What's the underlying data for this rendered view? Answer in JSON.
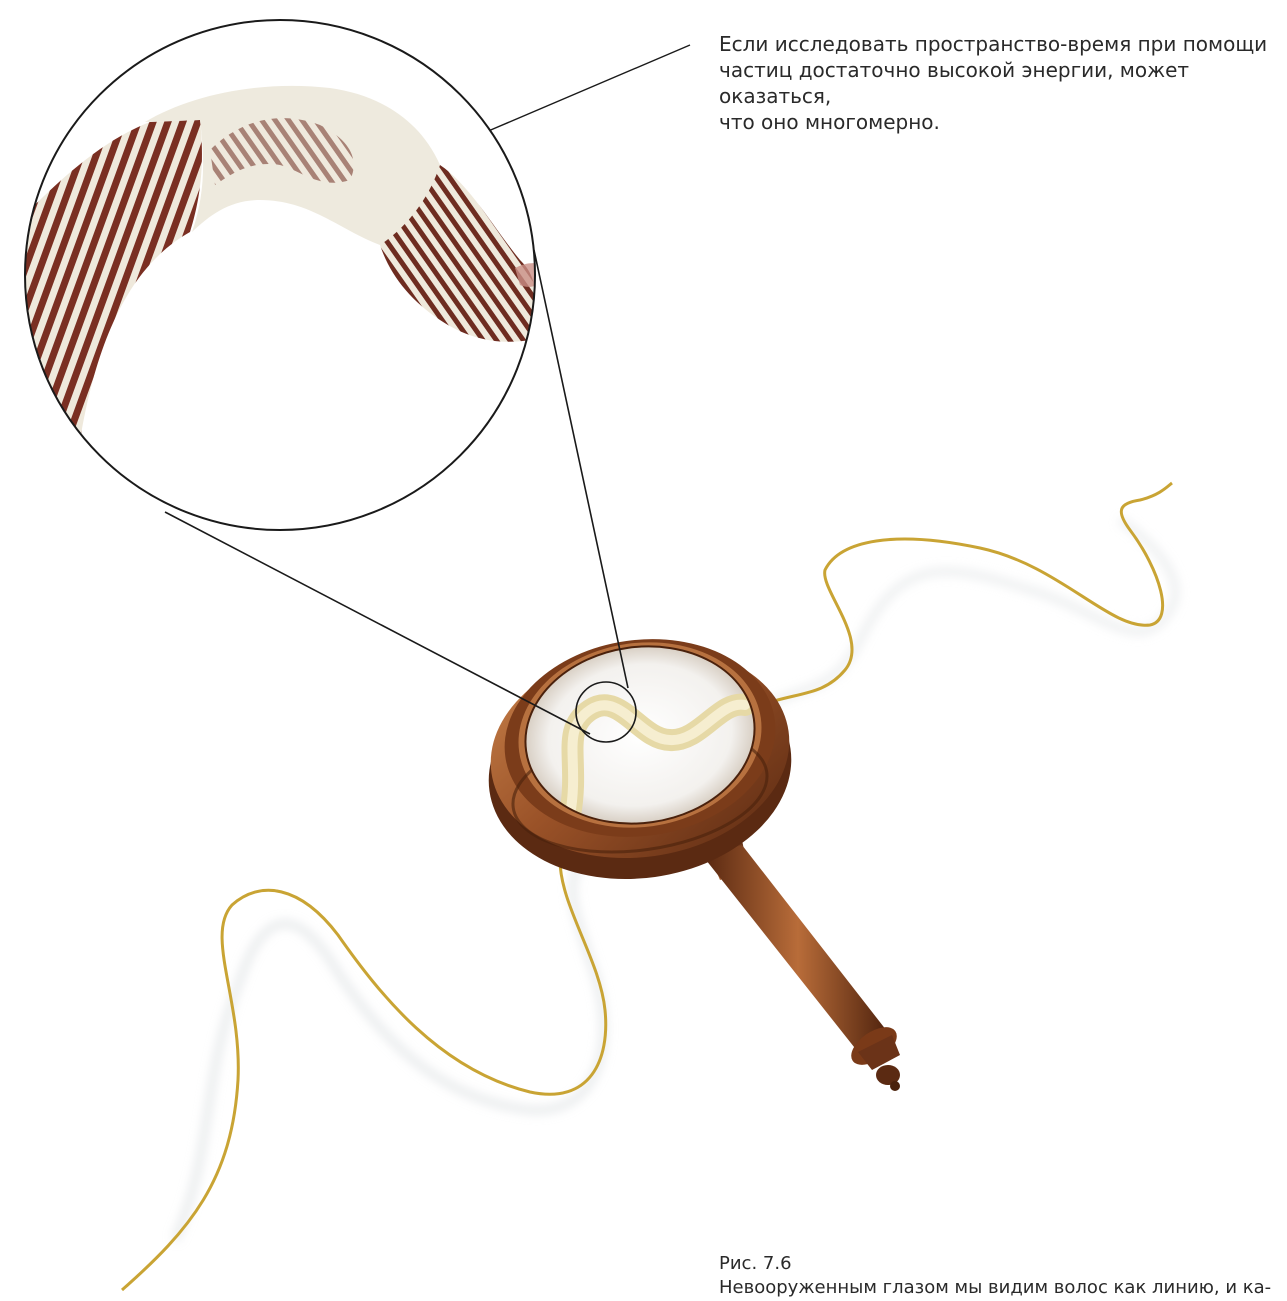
{
  "annotation": {
    "line1": "Если исследовать пространство-время при помощи",
    "line2": "частиц достаточно высокой энергии, может оказаться,",
    "line3": "что оно многомерно."
  },
  "caption": {
    "number": "Рис. 7.6",
    "text": "Невооруженным глазом мы видим волос как линию, и ка-"
  },
  "colors": {
    "hair": "#c9a434",
    "hair_shadow": "#d9dde0",
    "wood_dark": "#6b3318",
    "wood_mid": "#9a5228",
    "wood_light": "#c8814a",
    "stripe_dark": "#7a2f22",
    "stripe_light": "#efe9dc",
    "lines": "#1a1a1a"
  }
}
